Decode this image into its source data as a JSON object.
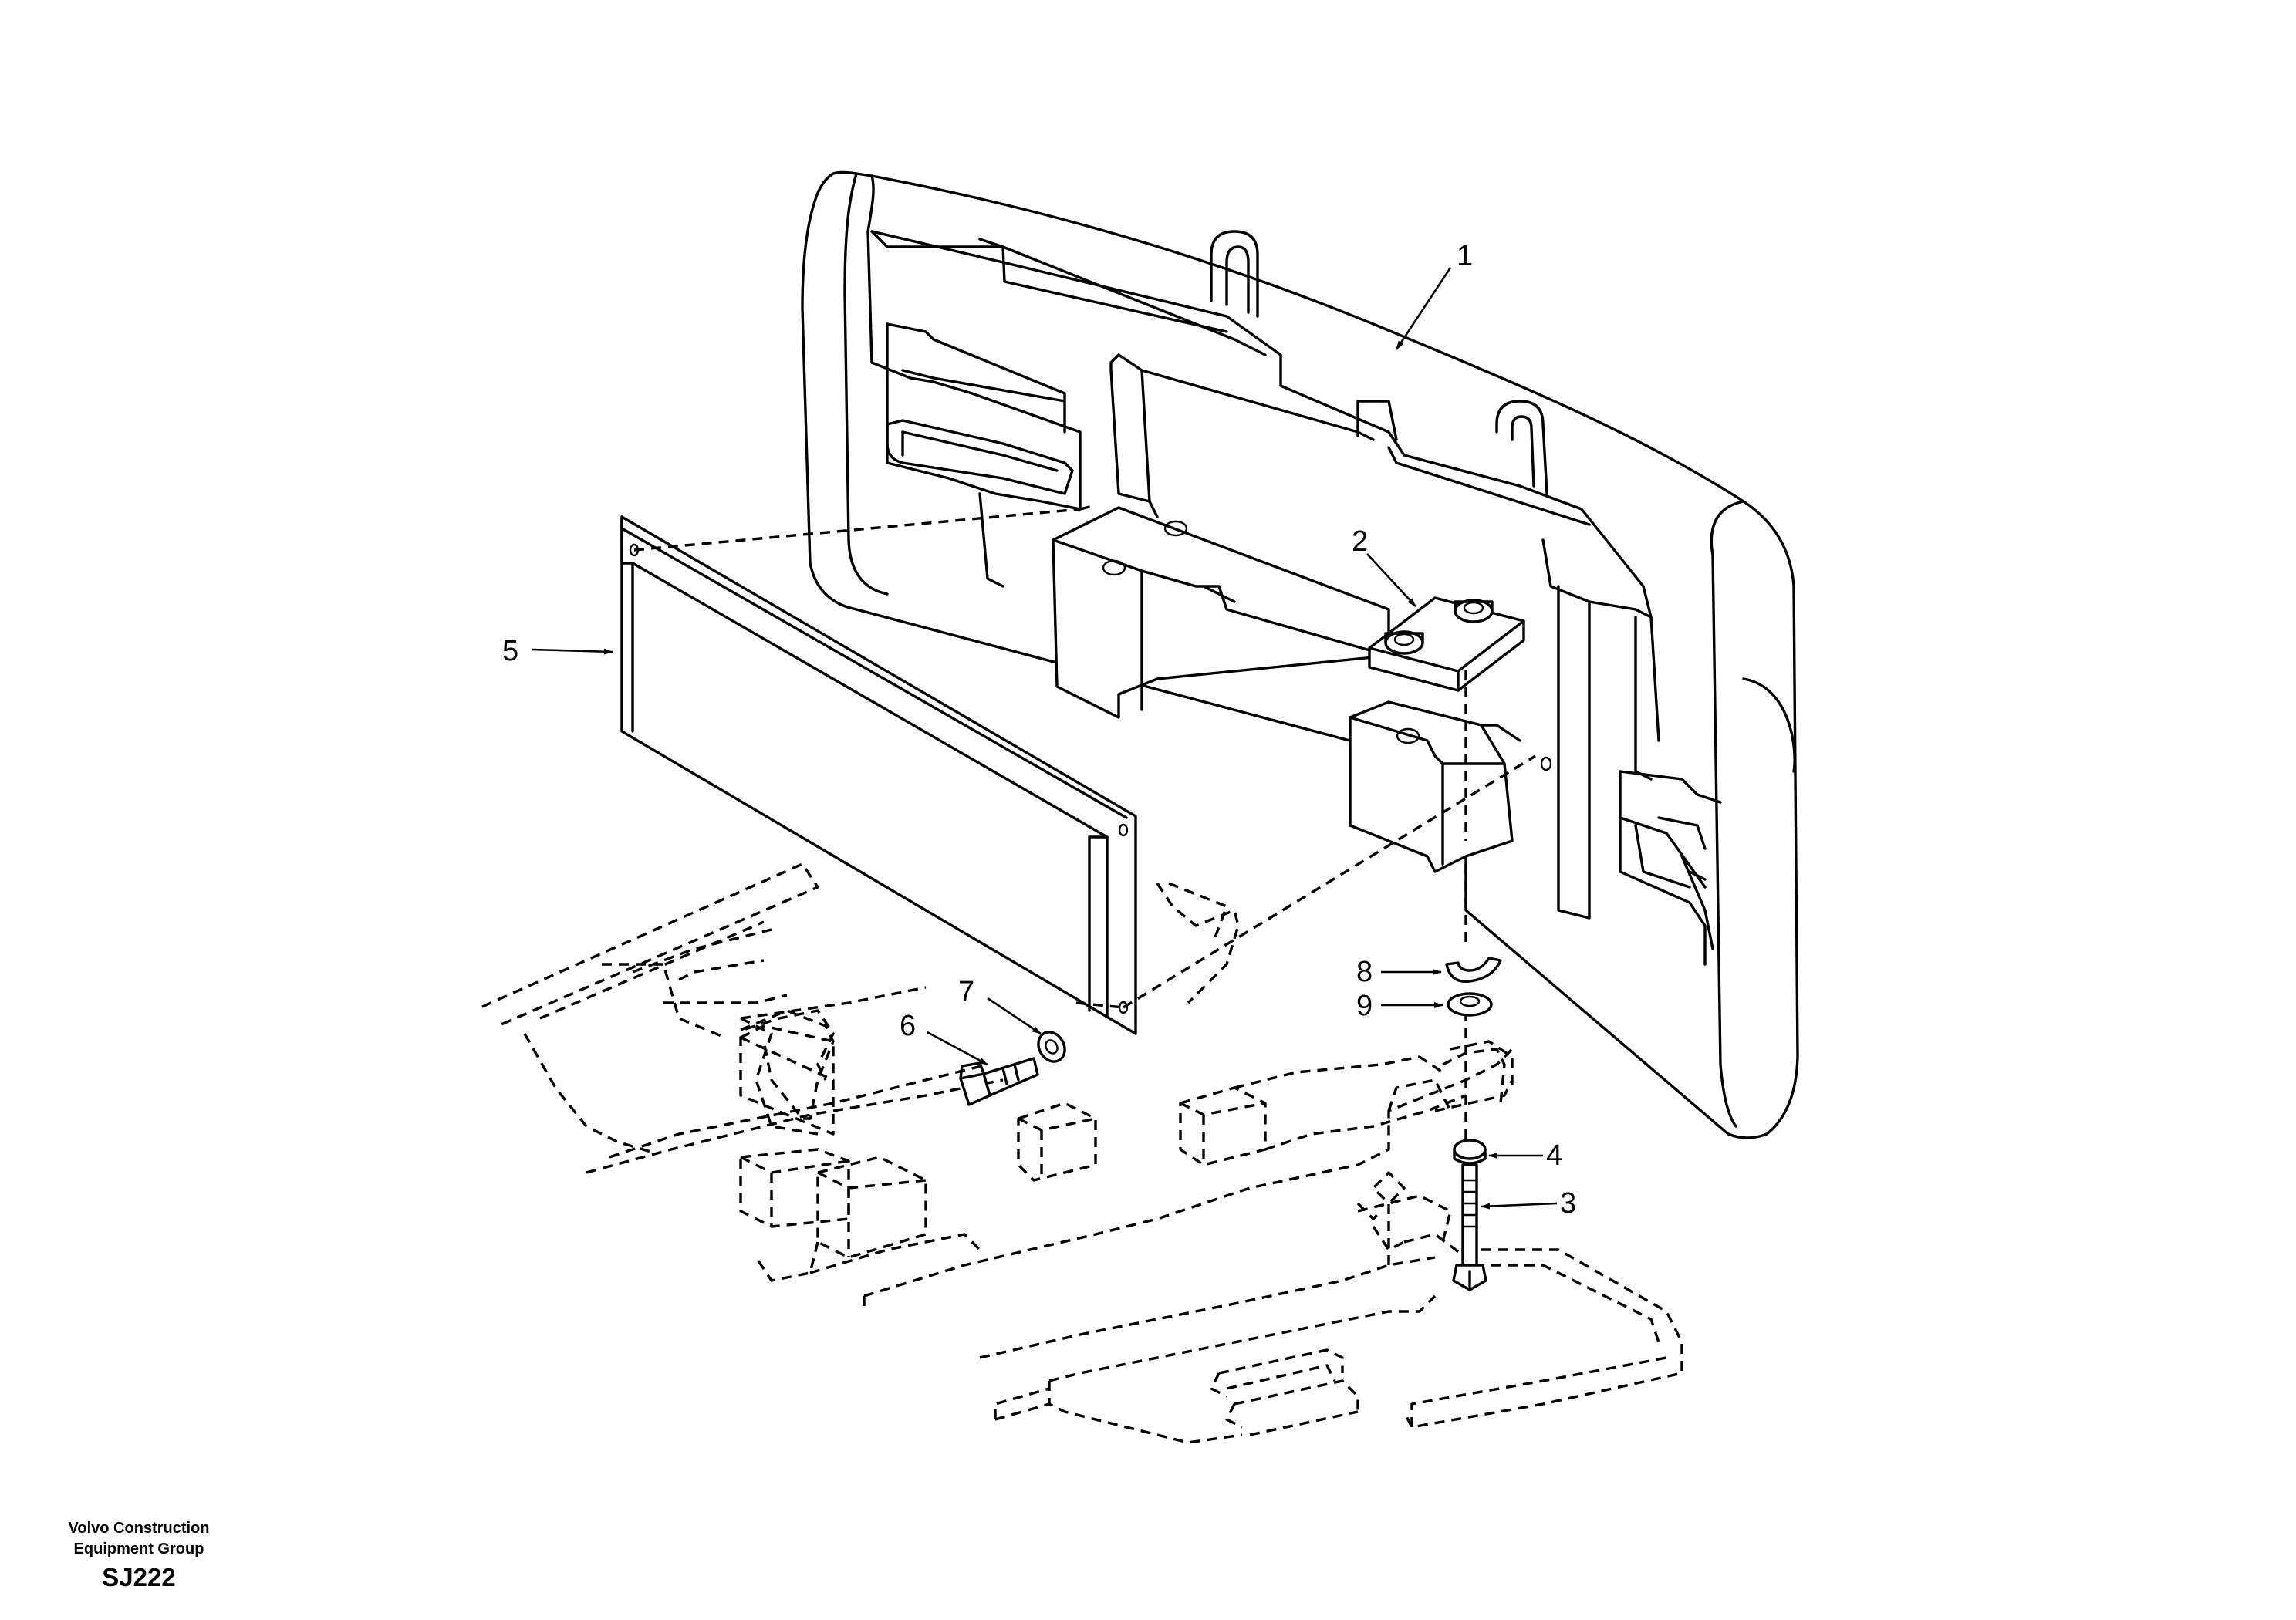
{
  "callouts": {
    "c1": "1",
    "c2": "2",
    "c3": "3",
    "c4": "4",
    "c5": "5",
    "c6": "6",
    "c7": "7",
    "c8": "8",
    "c9": "9"
  },
  "footer": {
    "company_line1": "Volvo Construction",
    "company_line2": "Equipment Group",
    "code": "SJ222"
  }
}
